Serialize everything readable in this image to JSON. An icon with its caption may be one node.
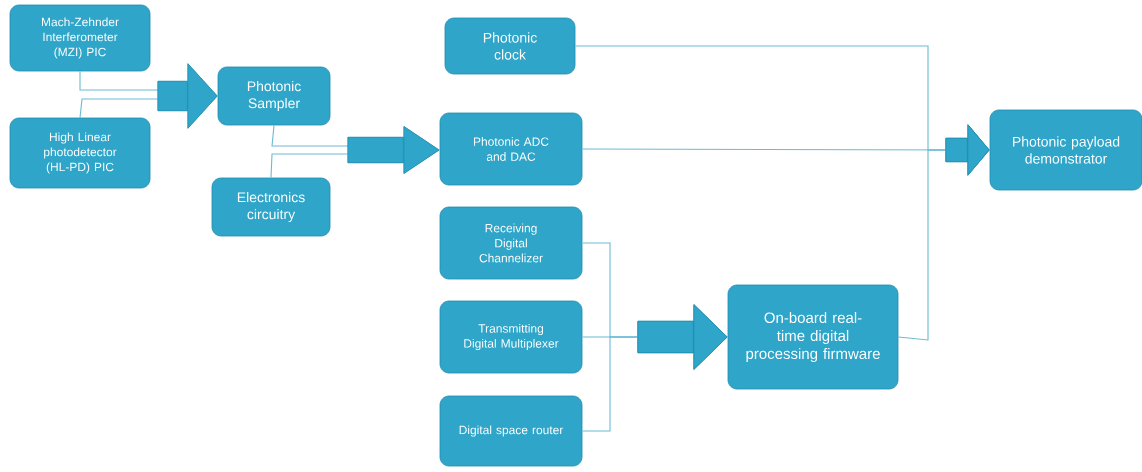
{
  "diagram": {
    "nodes": [
      {
        "text": [
          "Mach-Zehnder Interferometer (MZI) PIC"
        ]
      },
      {
        "text": [
          "High Linear photodetector (HL-PD) PIC"
        ]
      },
      {
        "text": [
          "Photonic Sampler"
        ]
      },
      {
        "text": [
          "Electronics circuitry"
        ]
      },
      {
        "text": [
          "Photonic clock"
        ]
      },
      {
        "text": [
          "Photonic ADC and DAC"
        ]
      },
      {
        "text": [
          "Receiving Digital Channelizer"
        ]
      },
      {
        "text": [
          "Transmitting Digital Multiplexer"
        ]
      },
      {
        "text": [
          "Digital space router"
        ]
      },
      {
        "text": [
          "On-board real-time digital processing firmware"
        ]
      },
      {
        "text": [
          "Photonic payload demonstrator"
        ]
      }
    ],
    "edges": [
      {
        "from": 0,
        "to": 2,
        "arrow": "to"
      },
      {
        "from": 1,
        "to": 2,
        "arrow": "to"
      },
      {
        "from": 2,
        "to": 5,
        "arrow": "to"
      },
      {
        "from": 3,
        "to": 5,
        "arrow": "to"
      },
      {
        "from": 4,
        "to": 10,
        "arrow": "to"
      },
      {
        "from": 5,
        "to": 10,
        "arrow": "to"
      },
      {
        "from": 9,
        "to": 10,
        "arrow": "to"
      },
      {
        "from": 6,
        "to": 9,
        "arrow": "to"
      },
      {
        "from": 7,
        "to": 9,
        "arrow": "to"
      },
      {
        "from": 8,
        "to": 9,
        "arrow": "to"
      }
    ]
  }
}
